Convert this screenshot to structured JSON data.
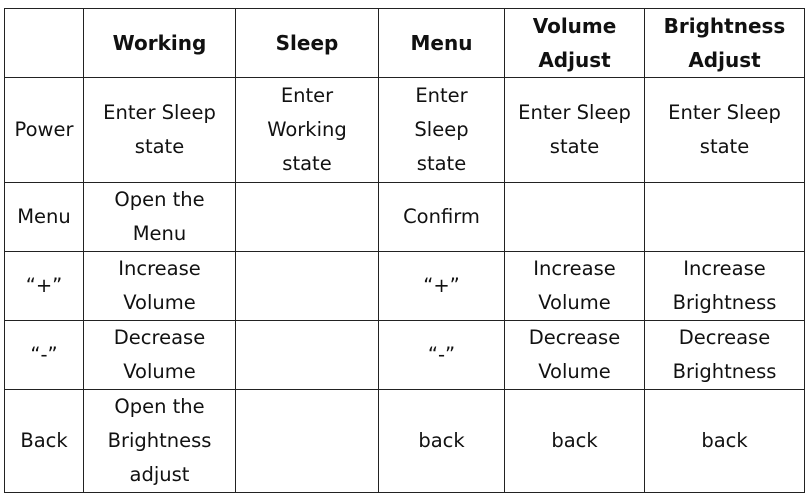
{
  "table": {
    "headers": [
      "",
      "Working",
      "Sleep",
      "Menu",
      "Volume Adjust",
      "Brightness Adjust"
    ],
    "rows": [
      {
        "label": "Power",
        "cells": [
          "Enter Sleep state",
          "Enter Working state",
          "Enter Sleep state",
          "Enter Sleep state",
          "Enter Sleep state"
        ]
      },
      {
        "label": "Menu",
        "cells": [
          "Open the Menu",
          "",
          "Confirm",
          "",
          ""
        ]
      },
      {
        "label": "“+”",
        "cells": [
          "Increase Volume",
          "",
          "“+”",
          "Increase Volume",
          "Increase Brightness"
        ]
      },
      {
        "label": "“-”",
        "cells": [
          "Decrease Volume",
          "",
          "“-”",
          "Decrease Volume",
          "Decrease Brightness"
        ]
      },
      {
        "label": "Back",
        "cells": [
          "Open the Brightness adjust",
          "",
          "back",
          "back",
          "back"
        ]
      }
    ]
  }
}
